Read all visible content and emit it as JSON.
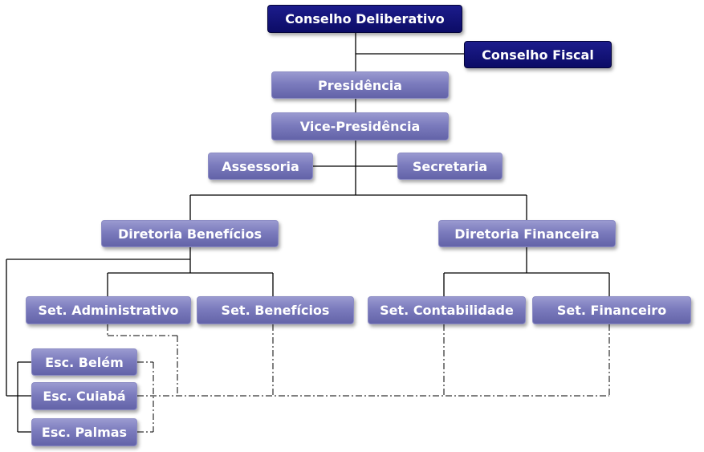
{
  "org_chart": {
    "conselho_deliberativo": "Conselho Deliberativo",
    "conselho_fiscal": "Conselho Fiscal",
    "presidencia": "Presidência",
    "vice_presidencia": "Vice-Presidência",
    "assessoria": "Assessoria",
    "secretaria": "Secretaria",
    "diretoria_beneficios": "Diretoria Benefícios",
    "diretoria_financeira": "Diretoria Financeira",
    "set_administrativo": "Set. Administrativo",
    "set_beneficios": "Set. Benefícios",
    "set_contabilidade": "Set. Contabilidade",
    "set_financeiro": "Set. Financeiro",
    "esc_belem": "Esc. Belém",
    "esc_cuiaba": "Esc. Cuiabá",
    "esc_palmas": "Esc. Palmas"
  },
  "colors": {
    "dark_box": "#0c0c66",
    "light_box": "#7b7bbd",
    "line": "#000000"
  }
}
